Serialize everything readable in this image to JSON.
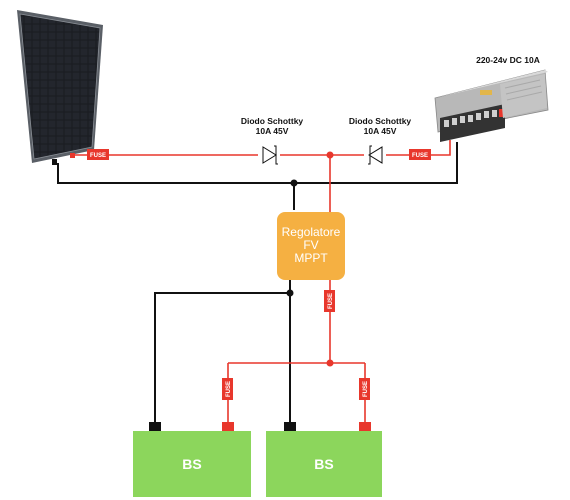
{
  "labels": {
    "power_supply": "220-24v DC 10A",
    "diode_left_name": "Diodo Schottky",
    "diode_left_rating": "10A 45V",
    "diode_right_name": "Diodo Schottky",
    "diode_right_rating": "10A 45V",
    "regulator_line1": "Regolatore",
    "regulator_line2": "FV",
    "regulator_line3": "MPPT",
    "fuse": "FUSE",
    "battery_left": "BS",
    "battery_right": "BS"
  },
  "colors": {
    "positive_wire": "#e8372c",
    "negative_wire": "#111111",
    "fuse": "#e8372c",
    "regulator": "#f5b042",
    "battery": "#8cd65c",
    "panel": "#1a1a1a",
    "power_supply": "#cfcfcf"
  },
  "icons": {
    "solar_panel": "solar-panel-icon",
    "power_supply": "power-supply-icon",
    "diode": "schottky-diode-icon"
  }
}
